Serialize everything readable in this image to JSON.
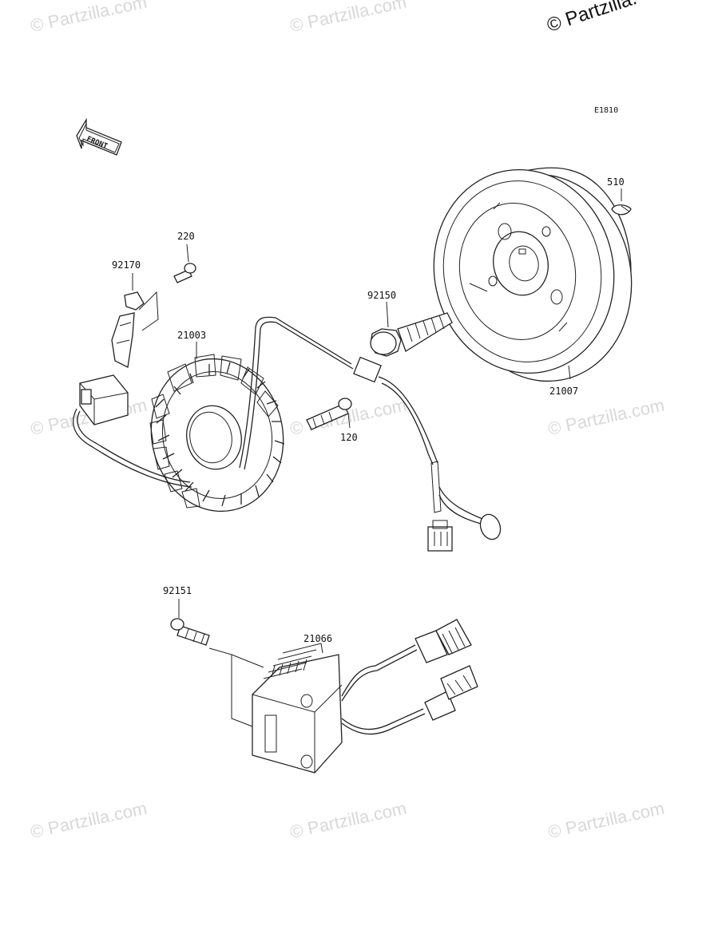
{
  "diagram": {
    "code": "E1810",
    "copyright": "© Partzilla.",
    "front_label": "FRONT",
    "watermark_text": "© Partzilla.com",
    "parts": [
      {
        "id": "510"
      },
      {
        "id": "220"
      },
      {
        "id": "92170"
      },
      {
        "id": "92150"
      },
      {
        "id": "21003"
      },
      {
        "id": "21007"
      },
      {
        "id": "120"
      },
      {
        "id": "92151"
      },
      {
        "id": "21066"
      }
    ]
  }
}
